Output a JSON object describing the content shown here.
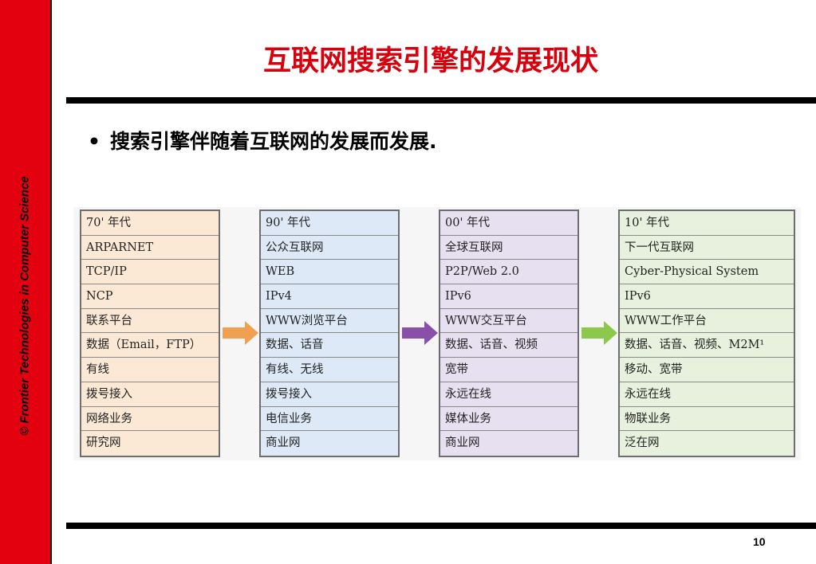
{
  "sidebar": {
    "text": "© Frontier Technologies in Computer Science"
  },
  "title": "互联网搜索引擎的发展现状",
  "bullet": {
    "marker": "•",
    "text": "搜索引擎伴随着互联网的发展而发展."
  },
  "page_number": "10",
  "figure": {
    "columns": [
      {
        "cells": [
          "70' 年代",
          "ARPARNET",
          "TCP/IP",
          "NCP",
          "联系平台",
          "数据（Email，FTP）",
          "有线",
          "拨号接入",
          "网络业务",
          "研究网"
        ]
      },
      {
        "cells": [
          "90' 年代",
          "公众互联网",
          "WEB",
          "IPv4",
          "WWW浏览平台",
          "数据、话音",
          "有线、无线",
          "拨号接入",
          "电信业务",
          "商业网"
        ]
      },
      {
        "cells": [
          "00' 年代",
          "全球互联网",
          "P2P/Web 2.0",
          "IPv6",
          "WWW交互平台",
          "数据、话音、视频",
          "宽带",
          "永远在线",
          "媒体业务",
          "商业网"
        ]
      },
      {
        "cells": [
          "10' 年代",
          "下一代互联网",
          "Cyber-Physical System",
          "IPv6",
          "WWW工作平台",
          "数据、话音、视频、M2M¹",
          "移动、宽带",
          "永远在线",
          "物联业务",
          "泛在网"
        ]
      }
    ],
    "arrow_colors": [
      "#f0a050",
      "#8a4fa8",
      "#8cc84a"
    ]
  },
  "colors": {
    "sidebar": "#e3000f",
    "title": "#d8000c"
  }
}
